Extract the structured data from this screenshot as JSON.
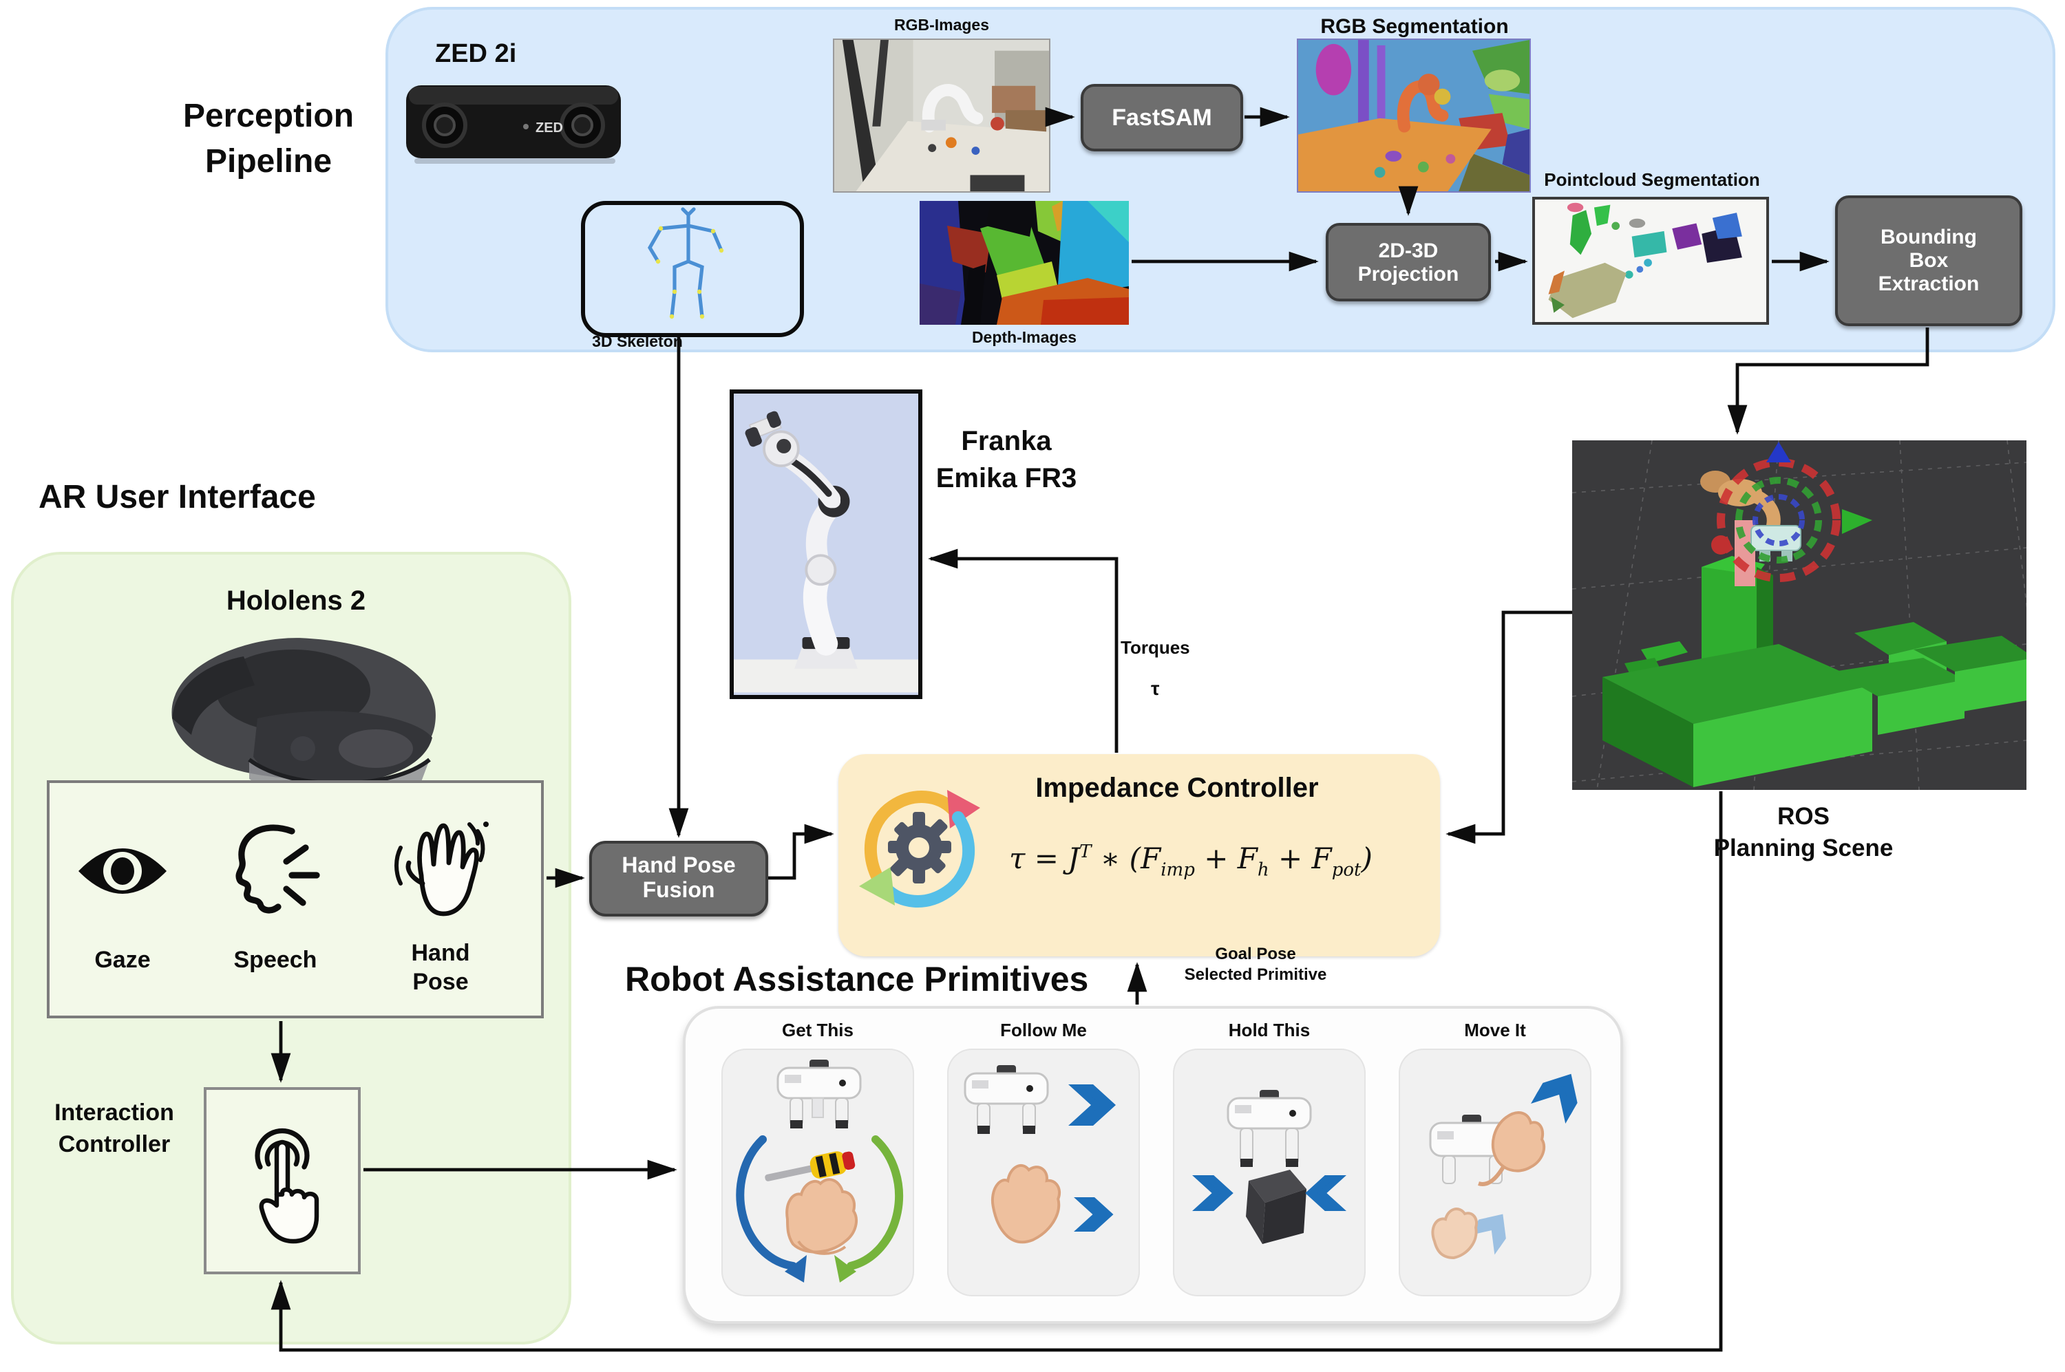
{
  "perception": {
    "title_line1": "Perception",
    "title_line2": "Pipeline",
    "zed_label": "ZED 2i",
    "zed_logo": "ZED",
    "rgb_images_label": "RGB-Images",
    "fastsam_label": "FastSAM",
    "rgb_segmentation_label": "RGB Segmentation",
    "skeleton_label": "3D Skeleton",
    "depth_images_label": "Depth-Images",
    "projection_line1": "2D-3D",
    "projection_line2": "Projection",
    "pointcloud_label": "Pointcloud Segmentation",
    "bounding_line1": "Bounding",
    "bounding_line2": "Box",
    "bounding_line3": "Extraction"
  },
  "ar_ui": {
    "title": "AR User Interface",
    "hololens_label": "Hololens 2",
    "gaze_label": "Gaze",
    "speech_label": "Speech",
    "hand_pose_line1": "Hand",
    "hand_pose_line2": "Pose",
    "interaction_line1": "Interaction",
    "interaction_line2": "Controller"
  },
  "robot": {
    "franka_line1": "Franka",
    "franka_line2": "Emika FR3"
  },
  "controller": {
    "hand_pose_fusion_line1": "Hand Pose",
    "hand_pose_fusion_line2": "Fusion",
    "impedance_title": "Impedance Controller",
    "formula": {
      "p1": "τ = J",
      "sup": "T",
      "p2": " ∗ (F",
      "sub1": "imp",
      "p3": " + F",
      "sub2": "h",
      "p4": " + F",
      "sub3": "pot",
      "p5": ")"
    },
    "torques_line1": "Torques",
    "torques_line2": "τ",
    "goal_line1": "Goal Pose",
    "goal_line2": "Selected Primitive"
  },
  "ros": {
    "label_line1": "ROS",
    "label_line2": "Planning Scene"
  },
  "primitives": {
    "title": "Robot Assistance Primitives",
    "items": [
      {
        "label": "Get This"
      },
      {
        "label": "Follow Me"
      },
      {
        "label": "Hold This"
      },
      {
        "label": "Move It"
      }
    ]
  },
  "colors": {
    "perception_panel": "#d9eafc",
    "ar_panel": "#edf7e1",
    "impedance_panel": "#fcedca",
    "process_box": "#6e6e6e",
    "chevron_blue": "#1d6fba",
    "scene_green": "#35b535"
  }
}
